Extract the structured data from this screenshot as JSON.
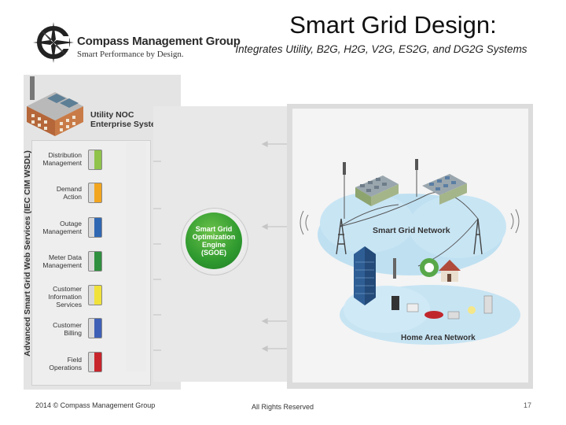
{
  "header": {
    "title": "Smart Grid Design:",
    "subtitle": "Integrates Utility, B2G, H2G, V2G, ES2G, and DG2G Systems"
  },
  "logo": {
    "name": "Compass Management Group",
    "tagline": "Smart Performance by Design."
  },
  "diagram": {
    "noc_title_line1": "Utility NOC",
    "noc_title_line2": "Enterprise Systems",
    "web_services_label": "Advanced Smart Grid Web Services (IEC CIM WSDL)",
    "systems": [
      {
        "line1": "Distribution",
        "line2": "Management",
        "line3": "",
        "color": "#8fc34a"
      },
      {
        "line1": "Demand",
        "line2": "Action",
        "line3": "",
        "color": "#f2a51f"
      },
      {
        "line1": "Outage",
        "line2": "Management",
        "line3": "",
        "color": "#2f67b2"
      },
      {
        "line1": "Meter Data",
        "line2": "Management",
        "line3": "",
        "color": "#2e8f3e"
      },
      {
        "line1": "Customer",
        "line2": "Information",
        "line3": "Services",
        "color": "#f0e23a"
      },
      {
        "line1": "Customer",
        "line2": "Billing",
        "line3": "",
        "color": "#3d5fb5"
      },
      {
        "line1": "Field",
        "line2": "Operations",
        "line3": "",
        "color": "#c8242b"
      }
    ],
    "sgoe": {
      "line1": "Smart Grid",
      "line2": "Optimization",
      "line3": "Engine",
      "line4": "(SGOE)"
    },
    "network_label": "Smart Grid Network",
    "home_network_label": "Home Area Network"
  },
  "footer": {
    "left": "2014 © Compass Management Group",
    "center": "All Rights Reserved",
    "page": "17"
  }
}
